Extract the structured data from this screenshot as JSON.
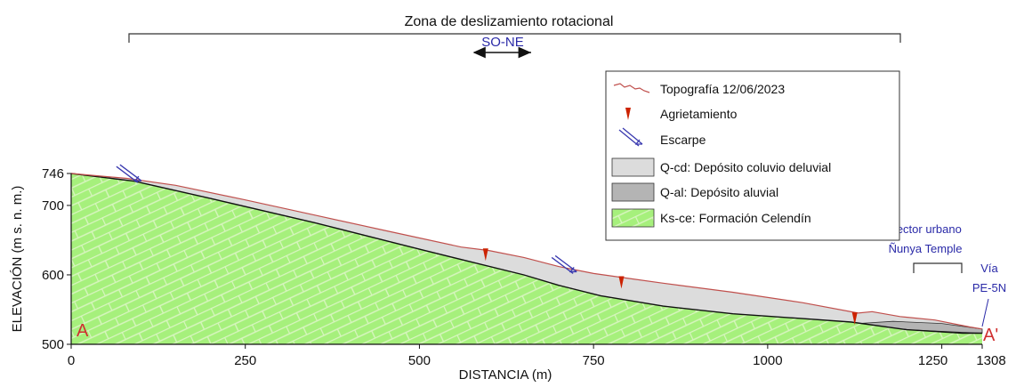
{
  "title": "Zona de deslizamiento rotacional",
  "direction_label": "SO-NE",
  "axes": {
    "xlabel": "DISTANCIA (m)",
    "ylabel": "ELEVACIÓN (m s. n. m.)",
    "x_ticks": [
      "0",
      "250",
      "500",
      "750",
      "1000",
      "1250",
      "1308"
    ],
    "y_ticks": [
      "500",
      "600",
      "700",
      "746"
    ],
    "xlim": [
      0,
      1308
    ],
    "ylim": [
      500,
      746
    ]
  },
  "section_ends": {
    "start": "A",
    "end": "A'"
  },
  "legend": {
    "topography": "Topografía 12/06/2023",
    "cracking": "Agrietamiento",
    "scarp": "Escarpe",
    "colluvial": "Q-cd: Depósito coluvio deluvial",
    "alluvial": "Q-al: Depósito aluvial",
    "celendin": "Ks-ce: Formación Celendín"
  },
  "annotations": {
    "urban_sector_line1": "Sector urbano",
    "urban_sector_line2": "Ñunya Temple",
    "road_line1": "Vía",
    "road_line2": "PE-5N"
  },
  "colors": {
    "celendin_fill": "#a6f07c",
    "celendin_brick": "#d8f5c0",
    "colluvial_fill": "#dcdcdc",
    "alluvial_fill": "#b4b4b4",
    "topography_line": "#c0504d",
    "crack": "#cc2200",
    "scarp": "#3a3ab0",
    "blue_text": "#2a2aa8",
    "end_label": "#d03030"
  },
  "chart_data": {
    "type": "geologic cross-section",
    "topography": {
      "x": [
        0,
        80,
        150,
        250,
        350,
        450,
        560,
        600,
        650,
        700,
        750,
        800,
        850,
        950,
        1050,
        1130,
        1150,
        1190,
        1240,
        1290,
        1308
      ],
      "y": [
        746,
        739,
        729,
        708,
        686,
        664,
        640,
        635,
        625,
        612,
        602,
        595,
        588,
        575,
        560,
        545,
        547,
        540,
        535,
        525,
        522
      ]
    },
    "celendin_top": {
      "x": [
        0,
        90,
        200,
        350,
        500,
        650,
        700,
        760,
        850,
        950,
        1050,
        1120,
        1200,
        1280,
        1308
      ],
      "y": [
        746,
        735,
        710,
        675,
        637,
        600,
        585,
        570,
        555,
        544,
        537,
        532,
        521,
        516,
        516
      ]
    },
    "alluvial_top": {
      "x": [
        1130,
        1180,
        1250,
        1308
      ],
      "y": [
        530,
        533,
        530,
        522
      ]
    },
    "cracks": [
      {
        "x": 595,
        "y": 638
      },
      {
        "x": 790,
        "y": 598
      },
      {
        "x": 1125,
        "y": 546
      }
    ],
    "scarps": [
      {
        "x": 65,
        "y": 756
      },
      {
        "x": 690,
        "y": 625
      }
    ]
  }
}
